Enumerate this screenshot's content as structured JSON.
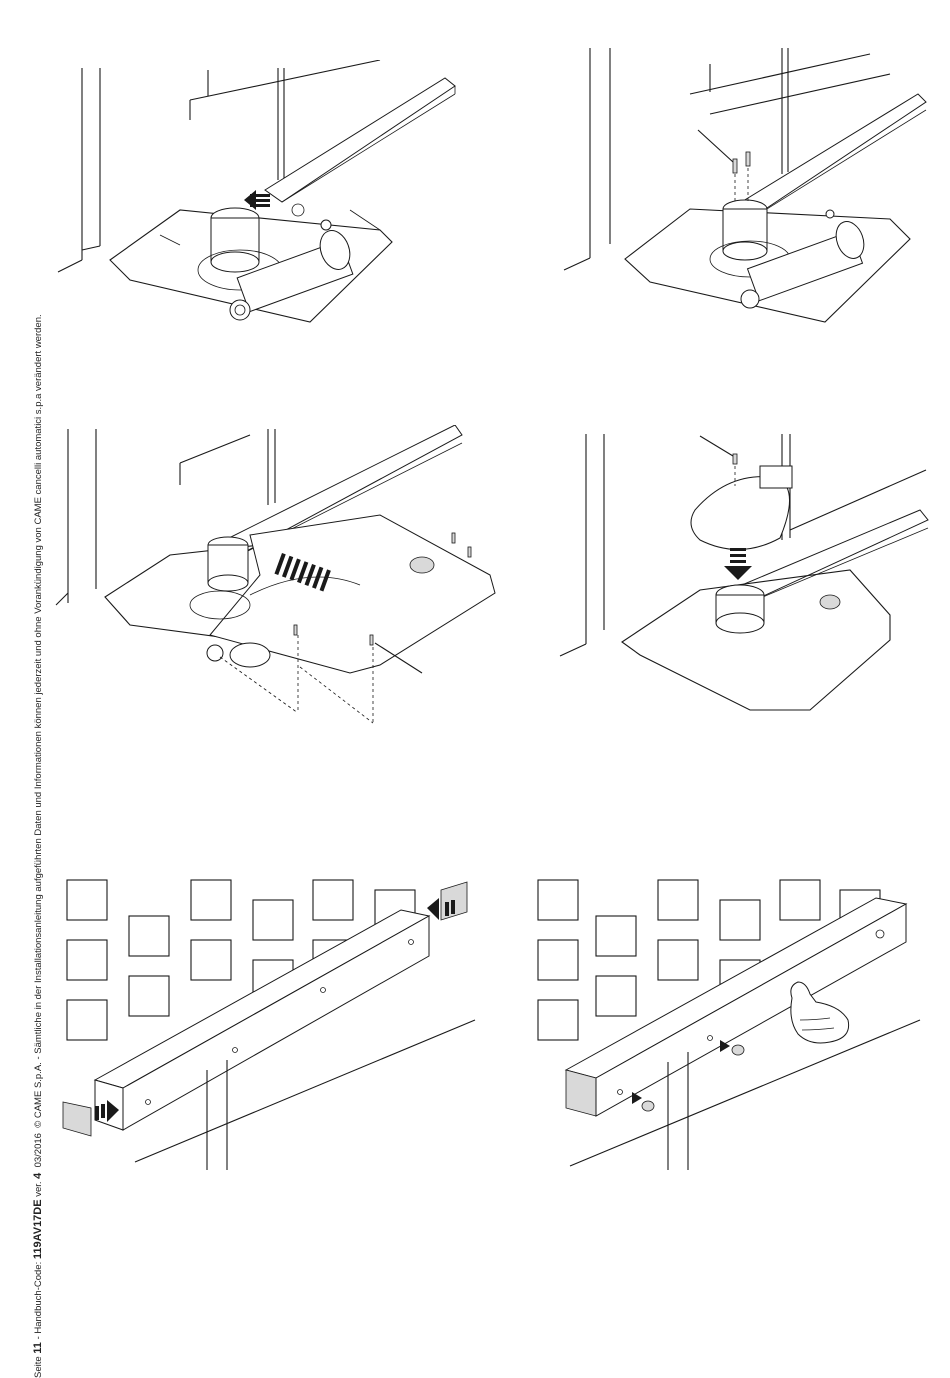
{
  "footer": {
    "page_prefix": "Seite ",
    "page_number": "11",
    "manual_code_label": " - Handbuch-Code: ",
    "manual_code": "119AV17DE",
    "version_label": " ver. ",
    "version": "4",
    "date": "03/2016",
    "copyright": "© CAME S.p.A. - Sämtliche in der Installationsanleitung aufgeführten Daten und Informationen können jederzeit und ohne Vorankündigung von CAME cancelli automatici s.p.a verändert werden."
  }
}
